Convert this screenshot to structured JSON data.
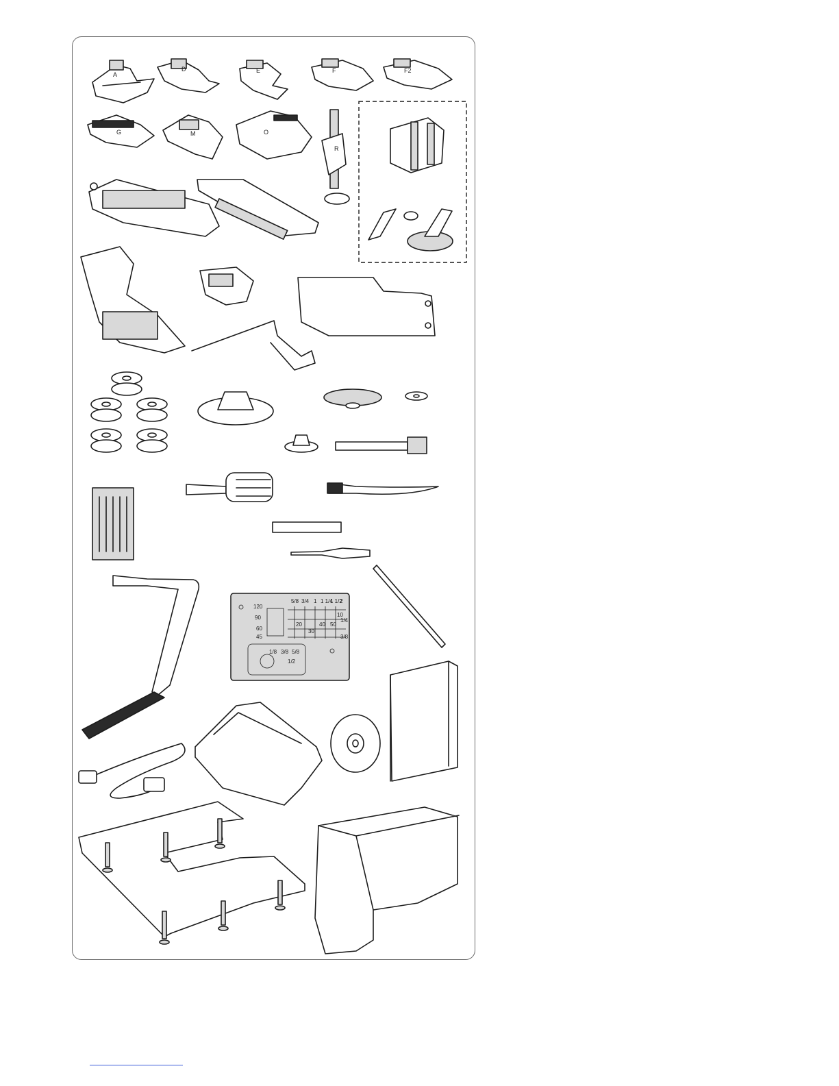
{
  "page": {
    "title": "",
    "accessories": [
      {
        "name": "foot-a",
        "mark": "A"
      },
      {
        "name": "foot-d",
        "mark": "D"
      },
      {
        "name": "foot-e",
        "mark": "E"
      },
      {
        "name": "foot-f",
        "mark": "F"
      },
      {
        "name": "foot-f2",
        "mark": "F2"
      },
      {
        "name": "foot-g",
        "mark": "G"
      },
      {
        "name": "foot-m",
        "mark": "M"
      },
      {
        "name": "foot-o",
        "mark": "O"
      },
      {
        "name": "foot-r",
        "mark": "R"
      }
    ],
    "needle_plate": {
      "top_marks": [
        "5/8",
        "3/4",
        "1",
        "1 1/4",
        "1 1/2",
        "2"
      ],
      "left_marks": [
        "120",
        "90",
        "60",
        "45"
      ],
      "grid_marks": [
        "10",
        "20",
        "30",
        "40",
        "50"
      ],
      "side_marks": [
        "1/4",
        "3/8"
      ],
      "inner_marks": [
        "1/8",
        "3/8",
        "5/8",
        "1/2"
      ]
    }
  },
  "colors": {
    "line": "#1c1c1c",
    "frame": "#6a6a6a",
    "plate": "#d9d9d9",
    "link": "#3a5bd9"
  }
}
